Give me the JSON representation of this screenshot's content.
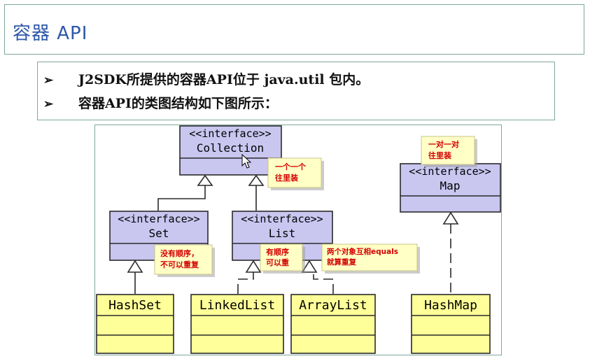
{
  "title": "容器 API",
  "bullets": [
    "J2SDK所提供的容器API位于 java.util 包内。",
    "容器API的类图结构如下图所示："
  ],
  "bullet_marker": "➢",
  "diagram": {
    "interfaces": [
      {
        "id": "collection",
        "stereotype": "<<interface>>",
        "name": "Collection"
      },
      {
        "id": "set",
        "stereotype": "<<interface>>",
        "name": "Set"
      },
      {
        "id": "list",
        "stereotype": "<<interface>>",
        "name": "List"
      },
      {
        "id": "map",
        "stereotype": "<<interface>>",
        "name": "Map"
      }
    ],
    "classes": [
      {
        "id": "hashset",
        "name": "HashSet"
      },
      {
        "id": "linkedlist",
        "name": "LinkedList"
      },
      {
        "id": "arraylist",
        "name": "ArrayList"
      },
      {
        "id": "hashmap",
        "name": "HashMap"
      }
    ],
    "notes": [
      {
        "id": "note-collection",
        "lines": [
          "一个一个",
          "往里装"
        ]
      },
      {
        "id": "note-map",
        "lines": [
          "一对一对",
          "往里装"
        ]
      },
      {
        "id": "note-set",
        "lines": [
          "没有顺序，",
          "不可以重复"
        ]
      },
      {
        "id": "note-list",
        "lines": [
          "有顺序",
          "可以重"
        ]
      },
      {
        "id": "note-equals",
        "lines": [
          "两个对象互相equals",
          "就算重复"
        ]
      }
    ],
    "colors": {
      "interface_fill": "#c9c6f0",
      "class_fill": "#ffff99",
      "note_fill": "#ffffc6",
      "note_text": "#d40000",
      "uml_border": "#2a2a2a",
      "frame_border": "#7ea79e",
      "title_color": "#2d57a8"
    }
  }
}
